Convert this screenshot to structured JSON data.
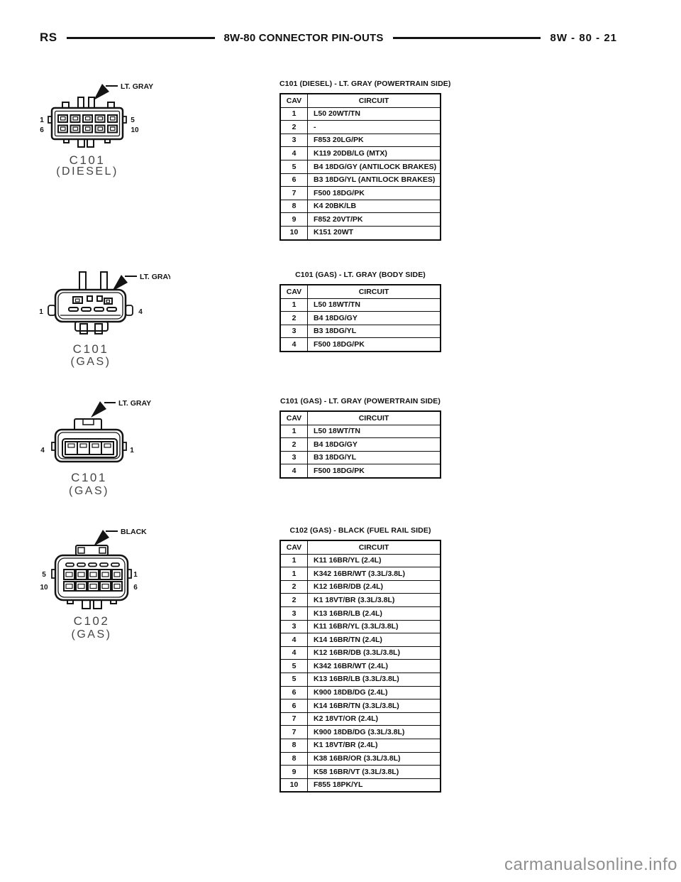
{
  "header": {
    "left_code": "RS",
    "title": "8W-80 CONNECTOR PIN-OUTS",
    "page_ref": "8W - 80 - 21"
  },
  "connectors": [
    {
      "id": "C101",
      "variant": "(DIESEL)",
      "color": "LT. GRAY",
      "pin_labels": [
        "1",
        "5",
        "6",
        "10"
      ]
    },
    {
      "id": "C101",
      "variant": "(GAS)",
      "color": "LT. GRAY",
      "pin_labels": [
        "1",
        "4"
      ]
    },
    {
      "id": "C101",
      "variant": "(GAS)",
      "color": "LT. GRAY",
      "pin_labels": [
        "4",
        "1"
      ]
    },
    {
      "id": "C102",
      "variant": "(GAS)",
      "color": "BLACK",
      "pin_labels": [
        "5",
        "1",
        "10",
        "6"
      ]
    }
  ],
  "tables": [
    {
      "title": "C101 (DIESEL) - LT. GRAY (POWERTRAIN SIDE)",
      "headers": [
        "CAV",
        "CIRCUIT"
      ],
      "rows": [
        [
          "1",
          "L50 20WT/TN"
        ],
        [
          "2",
          "-"
        ],
        [
          "3",
          "F853 20LG/PK"
        ],
        [
          "4",
          "K119 20DB/LG (MTX)"
        ],
        [
          "5",
          "B4 18DG/GY (ANTILOCK BRAKES)"
        ],
        [
          "6",
          "B3 18DG/YL (ANTILOCK BRAKES)"
        ],
        [
          "7",
          "F500 18DG/PK"
        ],
        [
          "8",
          "K4 20BK/LB"
        ],
        [
          "9",
          "F852 20VT/PK"
        ],
        [
          "10",
          "K151 20WT"
        ]
      ]
    },
    {
      "title": "C101 (GAS) - LT. GRAY (BODY SIDE)",
      "headers": [
        "CAV",
        "CIRCUIT"
      ],
      "rows": [
        [
          "1",
          "L50 18WT/TN"
        ],
        [
          "2",
          "B4 18DG/GY"
        ],
        [
          "3",
          "B3 18DG/YL"
        ],
        [
          "4",
          "F500 18DG/PK"
        ]
      ]
    },
    {
      "title": "C101 (GAS) - LT. GRAY (POWERTRAIN SIDE)",
      "headers": [
        "CAV",
        "CIRCUIT"
      ],
      "rows": [
        [
          "1",
          "L50 18WT/TN"
        ],
        [
          "2",
          "B4 18DG/GY"
        ],
        [
          "3",
          "B3 18DG/YL"
        ],
        [
          "4",
          "F500 18DG/PK"
        ]
      ]
    },
    {
      "title": "C102 (GAS) - BLACK (FUEL RAIL SIDE)",
      "headers": [
        "CAV",
        "CIRCUIT"
      ],
      "rows": [
        [
          "1",
          "K11 16BR/YL (2.4L)"
        ],
        [
          "1",
          "K342 16BR/WT (3.3L/3.8L)"
        ],
        [
          "2",
          "K12 16BR/DB (2.4L)"
        ],
        [
          "2",
          "K1 18VT/BR (3.3L/3.8L)"
        ],
        [
          "3",
          "K13 16BR/LB (2.4L)"
        ],
        [
          "3",
          "K11 16BR/YL (3.3L/3.8L)"
        ],
        [
          "4",
          "K14 16BR/TN (2.4L)"
        ],
        [
          "4",
          "K12 16BR/DB (3.3L/3.8L)"
        ],
        [
          "5",
          "K342 16BR/WT (2.4L)"
        ],
        [
          "5",
          "K13 16BR/LB (3.3L/3.8L)"
        ],
        [
          "6",
          "K900 18DB/DG (2.4L)"
        ],
        [
          "6",
          "K14 16BR/TN (3.3L/3.8L)"
        ],
        [
          "7",
          "K2 18VT/OR (2.4L)"
        ],
        [
          "7",
          "K900 18DB/DG (3.3L/3.8L)"
        ],
        [
          "8",
          "K1 18VT/BR (2.4L)"
        ],
        [
          "8",
          "K38 16BR/OR (3.3L/3.8L)"
        ],
        [
          "9",
          "K58 16BR/VT (3.3L/3.8L)"
        ],
        [
          "10",
          "F855 18PK/YL"
        ]
      ]
    }
  ],
  "watermark": "carmanualsonline.info"
}
